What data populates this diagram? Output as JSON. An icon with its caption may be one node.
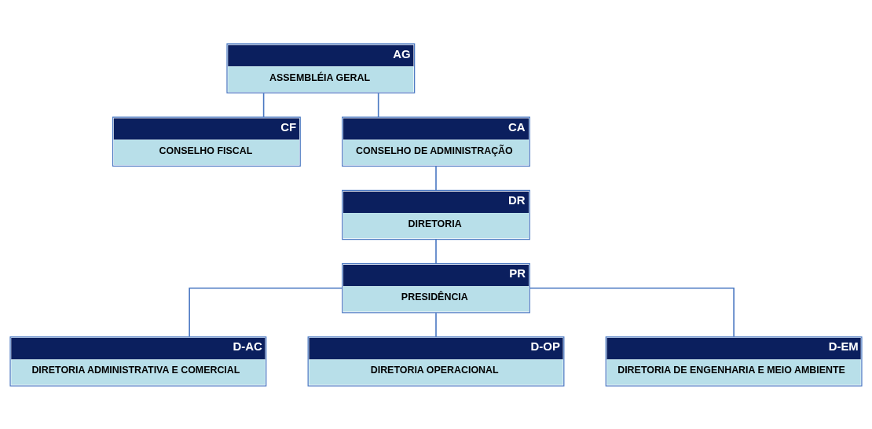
{
  "diagram": {
    "nodes": [
      {
        "text": [
          "AG",
          "ASSEMBLÉIA GERAL"
        ]
      },
      {
        "text": [
          "CF",
          "CONSELHO FISCAL"
        ]
      },
      {
        "text": [
          "CA",
          "CONSELHO DE ADMINISTRAÇÃO"
        ]
      },
      {
        "text": [
          "DR",
          "DIRETORIA"
        ]
      },
      {
        "text": [
          "PR",
          "PRESIDÊNCIA"
        ]
      },
      {
        "text": [
          "D-AC",
          "DIRETORIA ADMINISTRATIVA E COMERCIAL"
        ]
      },
      {
        "text": [
          "D-OP",
          "DIRETORIA OPERACIONAL"
        ]
      },
      {
        "text": [
          "D-EM",
          "DIRETORIA DE ENGENHARIA E MEIO AMBIENTE"
        ]
      }
    ],
    "edges": [
      {
        "from": 0,
        "to": 2,
        "arrow": "none"
      },
      {
        "from": 0,
        "to": 1,
        "arrow": "none"
      },
      {
        "from": 2,
        "to": 3,
        "arrow": "none"
      },
      {
        "from": 3,
        "to": 4,
        "arrow": "none"
      },
      {
        "from": 4,
        "to": 5,
        "arrow": "none"
      },
      {
        "from": 4,
        "to": 6,
        "arrow": "none"
      },
      {
        "from": 4,
        "to": 7,
        "arrow": "none"
      }
    ]
  }
}
